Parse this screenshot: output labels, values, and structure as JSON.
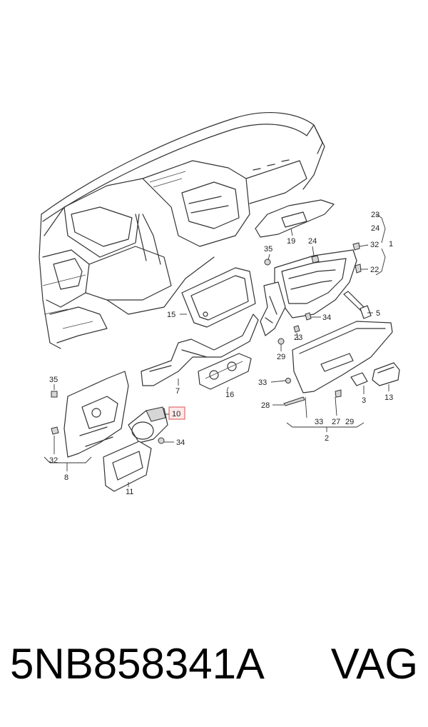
{
  "callouts": {
    "c23a": "23",
    "c24a": "24",
    "c1": "1",
    "c32a": "32",
    "c22": "22",
    "c19": "19",
    "c24b": "24",
    "c35a": "35",
    "c34a": "34",
    "c5": "5",
    "c15": "15",
    "c23b": "23",
    "c29a": "29",
    "c7": "7",
    "c16": "16",
    "c33a": "33",
    "c3": "3",
    "c13": "13",
    "c28": "28",
    "c33b": "33",
    "c27": "27",
    "c29b": "29",
    "c2": "2",
    "c35b": "35",
    "c10": "10",
    "c34b": "34",
    "c32b": "32",
    "c8": "8",
    "c11": "11"
  },
  "footer": {
    "part_number": "5NB858341A",
    "brand": "VAG"
  },
  "colors": {
    "line": "#333333",
    "highlight_fill": "#fde8e8",
    "highlight_border": "#d9534f"
  }
}
